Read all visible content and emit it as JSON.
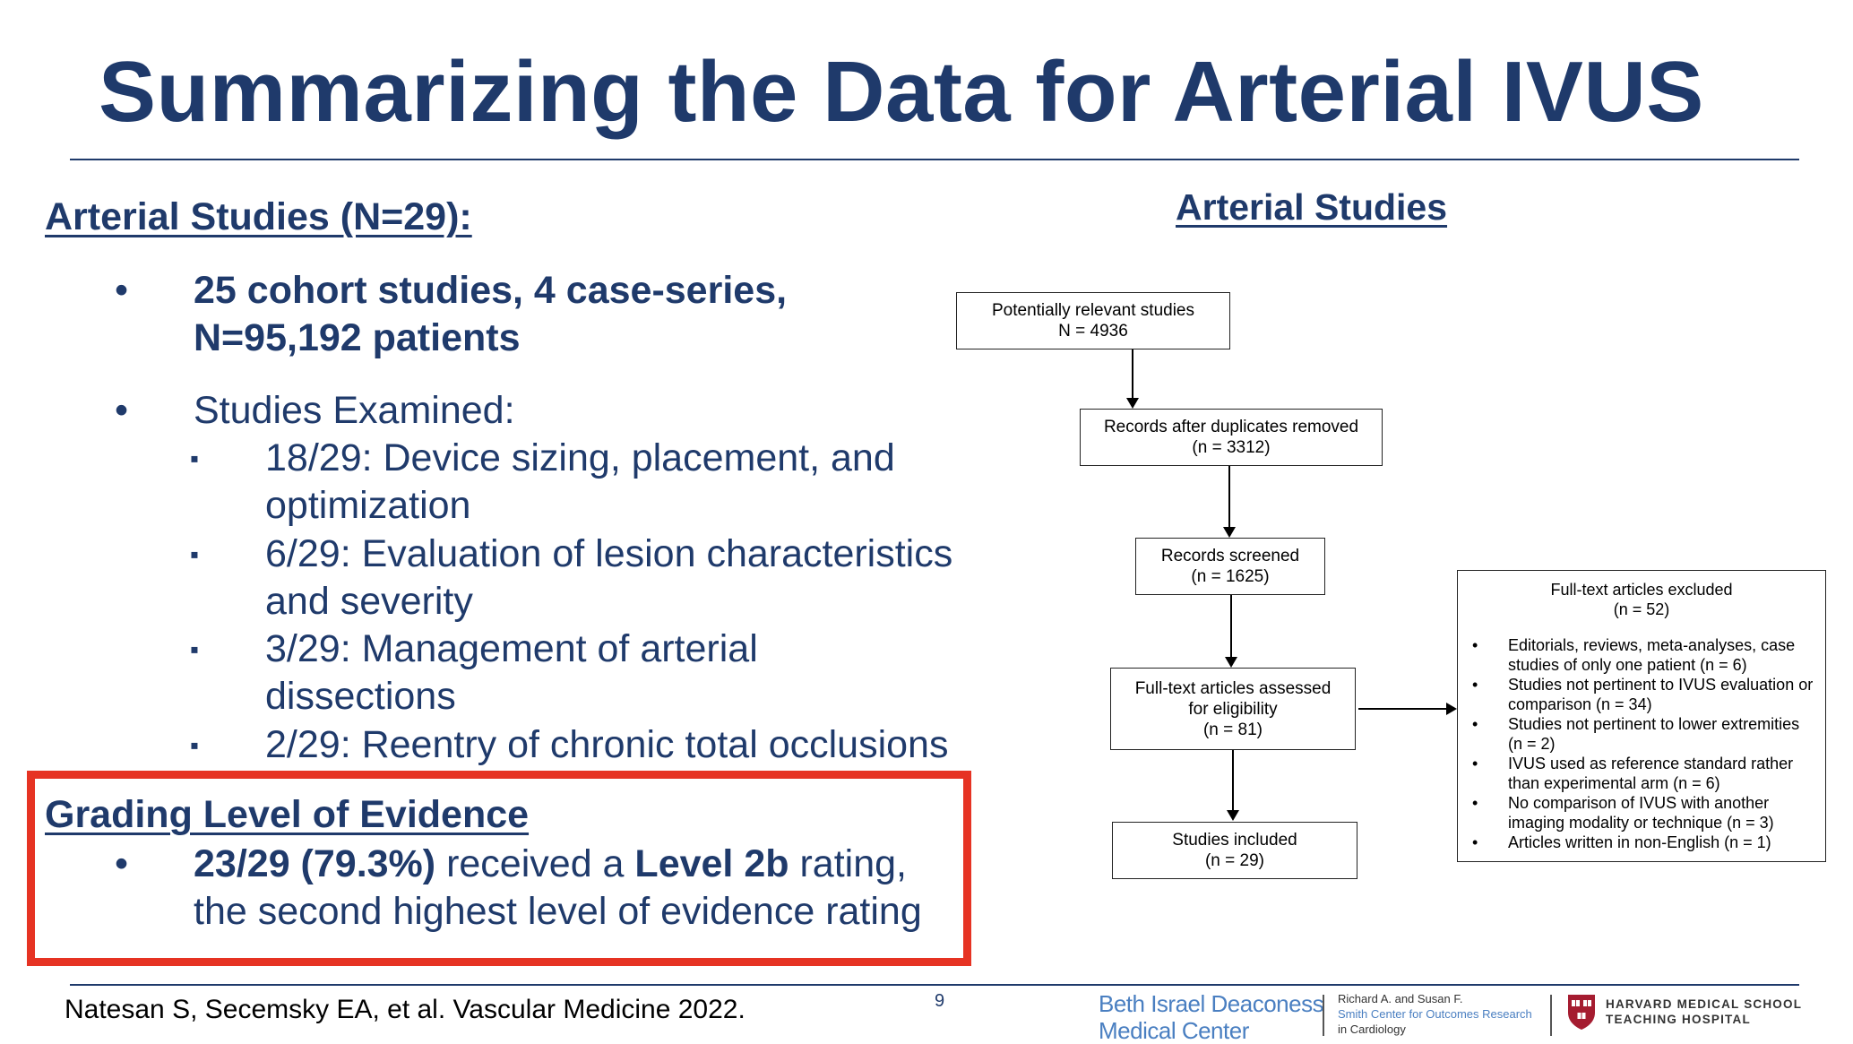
{
  "title": "Summarizing the Data for Arterial IVUS",
  "left": {
    "arterial_heading": "Arterial Studies (N=29):",
    "bullet1_line1": "25 cohort studies, 4 case-series,",
    "bullet1_line2": "N=95,192 patients",
    "bullet2": "Studies Examined:",
    "subbullets": [
      {
        "line1": "18/29: Device sizing, placement, and",
        "line2": "optimization"
      },
      {
        "line1": "6/29: Evaluation of lesion characteristics",
        "line2": "and severity"
      },
      {
        "line1": "3/29: Management of arterial",
        "line2": "dissections"
      },
      {
        "line1": "2/29: Reentry of chronic total occlusions",
        "line2": ""
      }
    ],
    "bullet_mark": "•",
    "sub_mark": "▪",
    "grading_heading": "Grading Level of Evidence",
    "grading_part1": "23/29 (79.3%)",
    "grading_part2": " received a ",
    "grading_part3": "Level 2b",
    "grading_part4": " rating,",
    "grading_line2": "the second highest level of evidence rating"
  },
  "flowchart": {
    "title": "Arterial Studies",
    "box1": {
      "line1": "Potentially relevant studies",
      "line2": "N = 4936"
    },
    "box2": {
      "line1": "Records after duplicates removed",
      "line2": "(n = 3312)"
    },
    "box3": {
      "line1": "Records screened",
      "line2": "(n = 1625)"
    },
    "box4": {
      "line1": "Full-text articles assessed",
      "line2": "for eligibility",
      "line3": "(n = 81)"
    },
    "box5": {
      "line1": "Studies included",
      "line2": "(n = 29)"
    },
    "excluded": {
      "line1": "Full-text articles excluded",
      "line2": "(n = 52)",
      "items": [
        "Editorials, reviews, meta-analyses, case studies of only one patient (n = 6)",
        "Studies not pertinent to IVUS evaluation or comparison (n = 34)",
        "Studies not pertinent to lower extremities (n = 2)",
        "IVUS used as reference standard rather than experimental arm (n = 6)",
        "No comparison of IVUS with another imaging modality or technique (n = 3)",
        "Articles written in non-English (n = 1)"
      ]
    }
  },
  "footer": {
    "citation": "Natesan S, Secemsky EA, et al. Vascular Medicine 2022.",
    "page_number": "9",
    "bidmc_line1": "Beth Israel Deaconess",
    "bidmc_line2": "Medical Center",
    "smith_line1": "Richard A. and Susan F.",
    "smith_line2": "Smith Center for Outcomes Research",
    "smith_line3": "in Cardiology",
    "hms_line1": "HARVARD MEDICAL SCHOOL",
    "hms_line2": "TEACHING HOSPITAL"
  },
  "colors": {
    "navy": "#1f3a6b",
    "red_box": "#e63323",
    "bidmc_blue": "#4a7fc1",
    "hms_red": "#a51c30"
  }
}
